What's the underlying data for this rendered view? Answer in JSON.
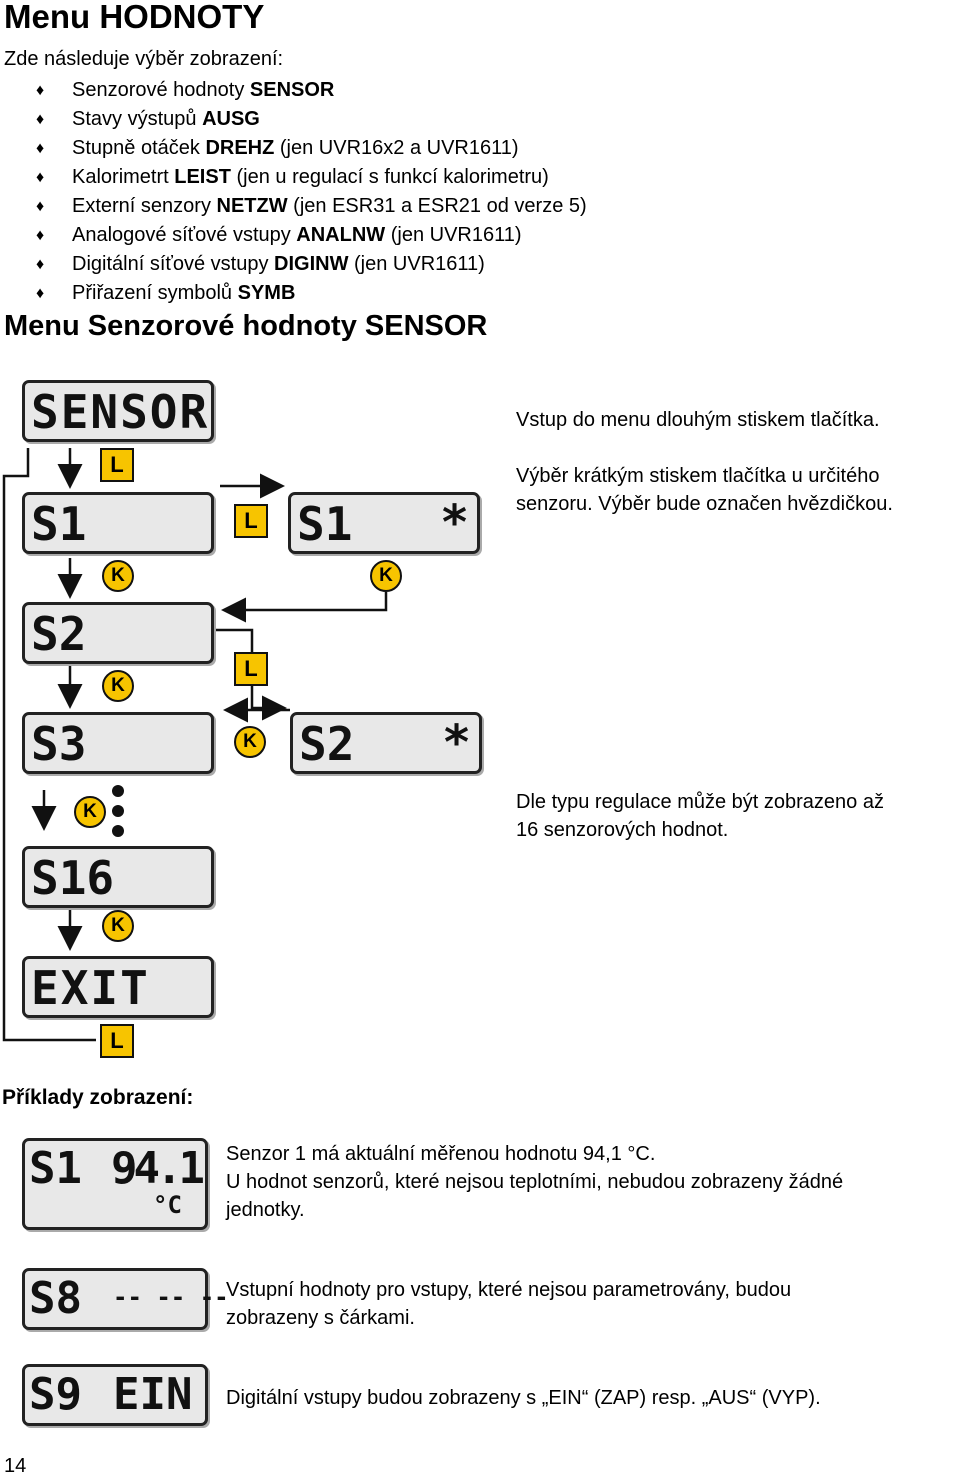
{
  "title": "Menu HODNOTY",
  "intro": "Zde následuje výběr zobrazení:",
  "items": [
    {
      "pre": "Senzorové hodnoty ",
      "bold": "SENSOR",
      "post": ""
    },
    {
      "pre": "Stavy výstupů ",
      "bold": "AUSG",
      "post": ""
    },
    {
      "pre": "Stupně otáček ",
      "bold": "DREHZ",
      "post": " (jen UVR16x2 a UVR1611)"
    },
    {
      "pre": "Kalorimetrt ",
      "bold": "LEIST",
      "post": " (jen u regulací s funkcí kalorimetru)"
    },
    {
      "pre": "Externí senzory ",
      "bold": "NETZW",
      "post": " (jen ESR31 a ESR21 od verze 5)"
    },
    {
      "pre": "Analogové síťové vstupy ",
      "bold": "ANALNW",
      "post": " (jen UVR1611)"
    },
    {
      "pre": "Digitální síťové vstupy ",
      "bold": "DIGINW",
      "post": " (jen UVR1611)"
    },
    {
      "pre": "Přiřazení symbolů ",
      "bold": "SYMB",
      "post": ""
    }
  ],
  "subtitle": "Menu Senzorové hodnoty SENSOR",
  "lcd": {
    "sensor": "SENSOR",
    "s1": "S1",
    "s1_sel": "S1",
    "s1_star": "*",
    "s2": "S2",
    "s3": "S3",
    "s2_sel": "S2",
    "s2_star": "*",
    "s16": "S16",
    "exit": "EXIT"
  },
  "keys": {
    "long": "L",
    "short": "K"
  },
  "desc": {
    "entry": "Vstup do menu dlouhým stiskem tlačítka.",
    "select1": "Výběr krátkým stiskem tlačítka u určitého",
    "select2": "senzoru. Výběr bude označen hvězdičkou.",
    "upto1": "Dle typu regulace může být zobrazeno až",
    "upto2": "16 senzorových hodnot."
  },
  "examples_title": "Příklady zobrazení:",
  "examples": [
    {
      "lcd_left": "S1",
      "lcd_right": "94.1",
      "lcd_unit": "°C",
      "line1": "Senzor 1 má aktuální měřenou hodnotu 94,1 °C.",
      "line2": "U hodnot senzorů, které nejsou teplotními, nebudou zobrazeny žádné",
      "line3": "jednotky."
    },
    {
      "lcd_left": "S8",
      "lcd_right": "-- -- --",
      "line1": "Vstupní hodnoty pro vstupy, které nejsou parametrovány, budou",
      "line2": "zobrazeny s čárkami."
    },
    {
      "lcd_left": "S9",
      "lcd_right": "EIN",
      "line1": "Digitální vstupy budou zobrazeny s „EIN“ (ZAP) resp. „AUS“ (VYP)."
    }
  ],
  "page_number": "14",
  "colors": {
    "key_fill": "#f7c400",
    "lcd_fill": "#e8e8e8"
  }
}
